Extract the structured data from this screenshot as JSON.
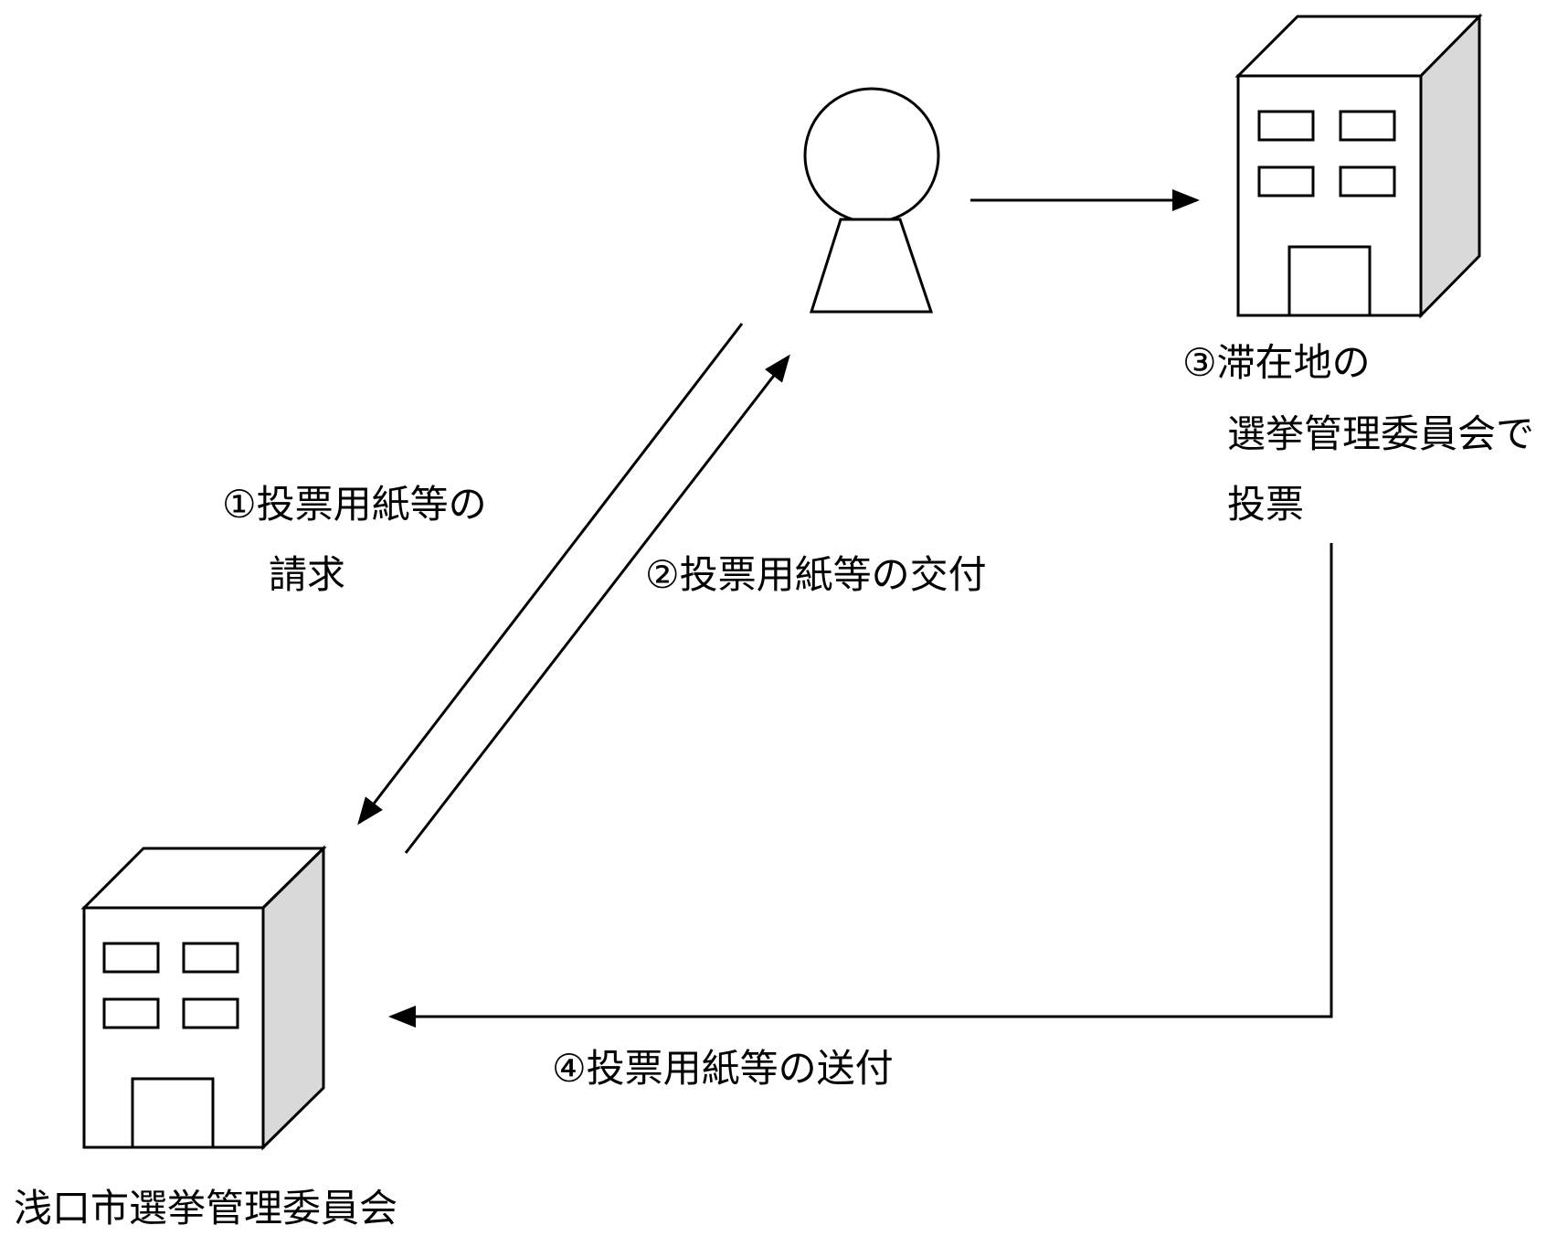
{
  "labels": {
    "step1_line1": "①投票用紙等の",
    "step1_line2": "請求",
    "step2": "②投票用紙等の交付",
    "step3_line1": "③滞在地の",
    "step3_line2": "選挙管理委員会で",
    "step3_line3": "投票",
    "step4": "④投票用紙等の送付",
    "office_name": "浅口市選挙管理委員会"
  },
  "icons": {
    "voter": "person-icon",
    "local_office": "building-icon",
    "remote_office": "building-icon"
  },
  "colors": {
    "stroke": "#000000",
    "building_front": "#ffffff",
    "building_side": "#d9d9d9"
  }
}
